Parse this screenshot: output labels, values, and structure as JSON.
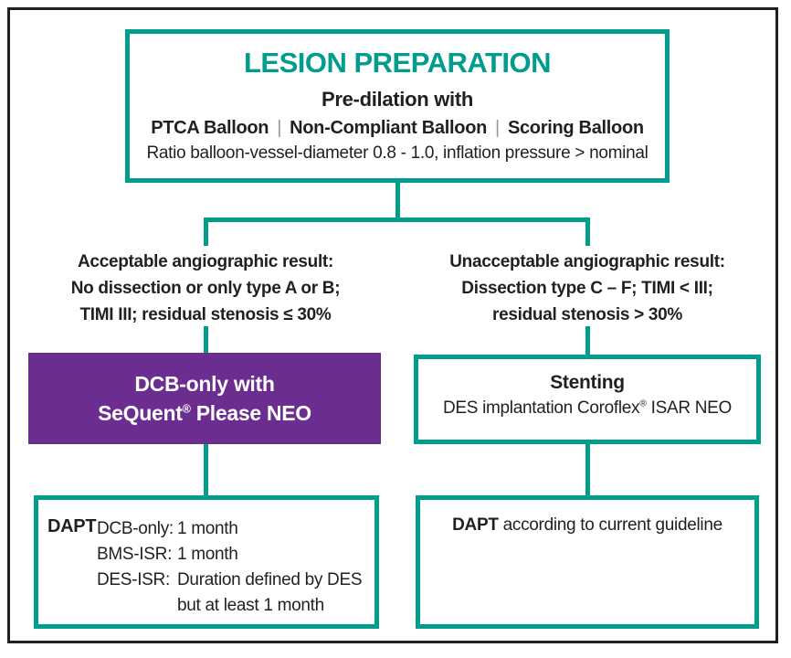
{
  "colors": {
    "teal": "#009c8c",
    "purple": "#6b2d90",
    "ink": "#231f20"
  },
  "top_box": {
    "title": "LESION PREPARATION",
    "subtitle": "Pre-dilation with",
    "options": {
      "a": "PTCA Balloon",
      "b": "Non-Compliant Balloon",
      "c": "Scoring Balloon",
      "separator": "|"
    },
    "detail": "Ratio balloon-vessel-diameter 0.8 - 1.0, inflation pressure > nominal"
  },
  "branches": {
    "left": {
      "line1": "Acceptable angiographic result:",
      "line2": "No dissection or only type A or B;",
      "line3": "TIMI III; residual stenosis ≤ 30%"
    },
    "right": {
      "line1": "Unacceptable angiographic result:",
      "line2": "Dissection type C – F; TIMI < III;",
      "line3": "residual stenosis > 30%"
    }
  },
  "dcb_box": {
    "line1": "DCB-only with",
    "line2_name": "SeQuent",
    "line2_reg": "®",
    "line2_rest": " Please NEO"
  },
  "stent_box": {
    "title": "Stenting",
    "detail_pre": "DES implantation Coroflex",
    "detail_reg": "®",
    "detail_rest": " ISAR NEO"
  },
  "dapt_left": {
    "heading": "DAPT",
    "rows": [
      {
        "label": "DCB-only:",
        "value": "1 month"
      },
      {
        "label": "BMS-ISR:",
        "value": "1 month"
      },
      {
        "label": "DES-ISR:",
        "value": "Duration defined by DES",
        "value2": "but at least 1 month"
      }
    ]
  },
  "dapt_right": {
    "heading": "DAPT",
    "text": " according to current guideline"
  }
}
